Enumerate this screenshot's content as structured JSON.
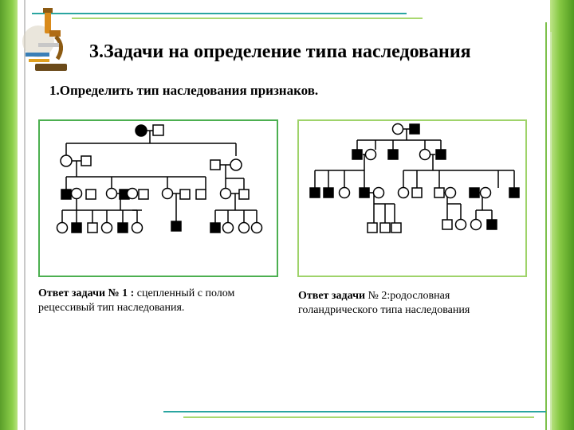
{
  "slide": {
    "title": "3.Задачи на определение типа наследования",
    "subtitle": "1.Определить тип наследования признаков."
  },
  "answers": [
    {
      "head": "Ответ задачи № 1 :",
      "text": " сцепленный с полом рецессивый тип наследования."
    },
    {
      "head": "Ответ задачи",
      "text": " № 2:родословная голандрического типа наследования"
    }
  ],
  "colors": {
    "accent_green": "#4caf50",
    "light_green": "#9fd36a",
    "teal_line": "#2aa5a0",
    "affected_fill": "#000000",
    "unaffected_fill": "#ffffff"
  }
}
